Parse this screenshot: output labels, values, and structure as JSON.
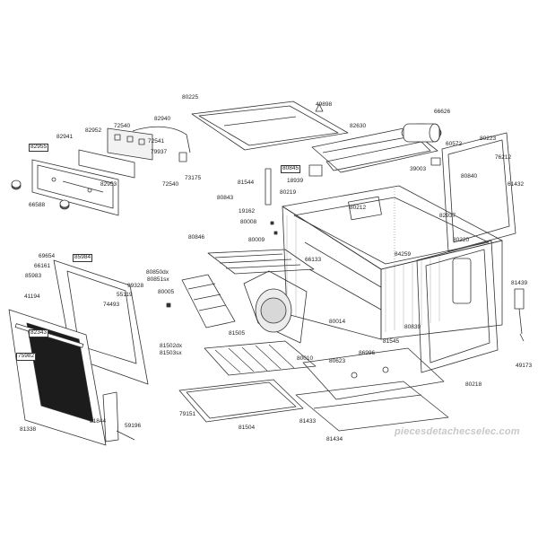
{
  "diagram": {
    "labels": {
      "p80225": "80225",
      "p49898": "49898",
      "p82630": "82630",
      "p66626": "66626",
      "p72540a": "72540",
      "p82940": "82940",
      "p82952": "82952",
      "p72541": "72541",
      "p79937": "79937",
      "p82941": "82941",
      "p82955": "82955",
      "p82953": "82953",
      "p73175": "73175",
      "p72540b": "72540",
      "p66588": "66588",
      "p60572": "60572",
      "p80223": "80223",
      "p76212": "76212",
      "p39003": "39003",
      "p80840": "80840",
      "p61432": "61432",
      "p80845": "80845",
      "p18939": "18939",
      "p81544": "81544",
      "p80219": "80219",
      "p80843": "80843",
      "p80212": "80212",
      "p19162": "19162",
      "p82937": "82937",
      "p80008": "80008",
      "p80009": "80009",
      "p80846": "80846",
      "p80220": "80220",
      "p66133": "66133",
      "p84259": "84259",
      "p69654": "69654",
      "p85984": "85984",
      "p66161": "66161",
      "p85983": "85983",
      "p80850dx": "80850dx",
      "p80851sx": "80851sx",
      "p99328": "99328",
      "p55119": "55119",
      "p80005": "80005",
      "p41194": "41194",
      "p74493": "74493",
      "p81439": "81439",
      "p82343": "82343",
      "p75982": "75982",
      "p80014": "80014",
      "p80839": "80839",
      "p81545": "81545",
      "p81505": "81505",
      "p81502dx": "81502dx",
      "p81503sx": "81503sx",
      "p80010": "80010",
      "p80623": "80623",
      "p86996": "86996",
      "p49173": "49173",
      "p80218": "80218",
      "p79151": "79151",
      "p81844": "81844",
      "p59196": "59196",
      "p81338": "81338",
      "p81504": "81504",
      "p81433": "81433",
      "p81434": "81434"
    },
    "watermark": "piecesdetachecselec.com"
  }
}
